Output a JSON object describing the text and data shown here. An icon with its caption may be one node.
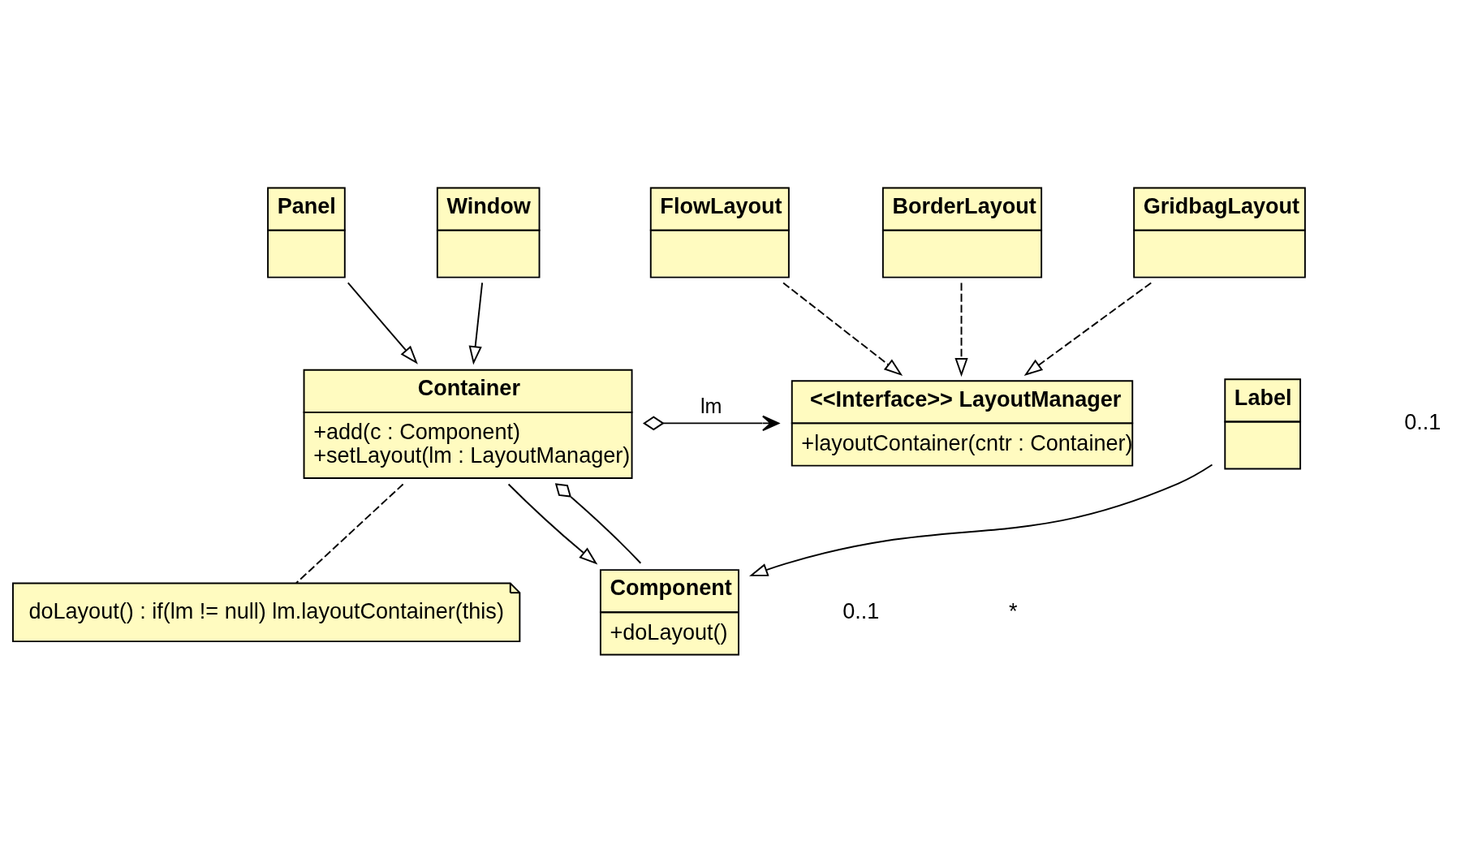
{
  "diagram": {
    "nodes": [
      {
        "text": [
          "BorderLayout"
        ]
      },
      {
        "text": [
          "GridbagLayout"
        ]
      },
      {
        "text": [
          "Panel"
        ]
      },
      {
        "text": [
          "Window"
        ]
      },
      {
        "text": [
          "FlowLayout"
        ]
      },
      {
        "text": [
          "Container",
          "+add(c : Component)",
          "+setLayout(lm : LayoutManager)"
        ]
      },
      {
        "text": [
          "Label"
        ]
      },
      {
        "text": [
          "<<Interface>> LayoutManager",
          "+layoutContainer(cntr : Container)"
        ]
      },
      {
        "text": [
          "Component",
          "+doLayout()"
        ]
      },
      {
        "text": [
          "doLayout() : if(lm != null) lm.layoutContainer(this)"
        ]
      }
    ],
    "edges": [
      {
        "from": 2,
        "to": 5,
        "arrow": "to"
      },
      {
        "from": 3,
        "to": 5,
        "arrow": "to"
      },
      {
        "from": 0,
        "to": 7,
        "arrow": "to",
        "style": "dashed"
      },
      {
        "from": 1,
        "to": 7,
        "arrow": "to",
        "style": "dashed"
      },
      {
        "from": 4,
        "to": 7,
        "arrow": "to",
        "style": "dashed"
      },
      {
        "from": 5,
        "to": 7,
        "arrow": "to",
        "label": "lm"
      },
      {
        "from": 6,
        "to": 8,
        "arrow": "to"
      },
      {
        "from": 5,
        "to": 8,
        "arrow": "to"
      },
      {
        "from": 8,
        "to": 5,
        "arrow": "other"
      },
      {
        "from": 5,
        "to": 9,
        "arrow": "none",
        "style": "dashed"
      }
    ],
    "labels": [
      "0..1",
      "0..1",
      "*"
    ]
  }
}
